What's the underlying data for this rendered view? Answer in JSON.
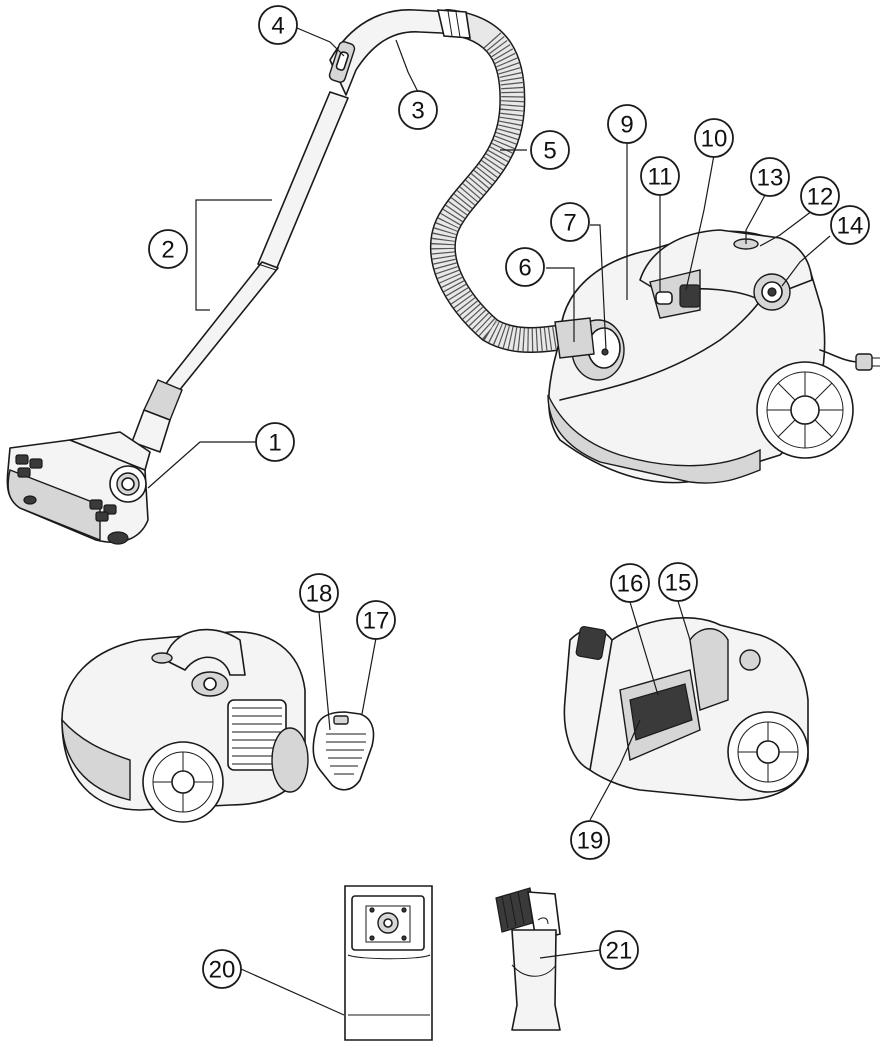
{
  "callouts": [
    {
      "id": "1",
      "label": "1"
    },
    {
      "id": "2",
      "label": "2"
    },
    {
      "id": "3",
      "label": "3"
    },
    {
      "id": "4",
      "label": "4"
    },
    {
      "id": "5",
      "label": "5"
    },
    {
      "id": "6",
      "label": "6"
    },
    {
      "id": "7",
      "label": "7"
    },
    {
      "id": "9",
      "label": "9"
    },
    {
      "id": "10",
      "label": "10"
    },
    {
      "id": "11",
      "label": "11"
    },
    {
      "id": "12",
      "label": "12"
    },
    {
      "id": "13",
      "label": "13"
    },
    {
      "id": "14",
      "label": "14"
    },
    {
      "id": "15",
      "label": "15"
    },
    {
      "id": "16",
      "label": "16"
    },
    {
      "id": "17",
      "label": "17"
    },
    {
      "id": "18",
      "label": "18"
    },
    {
      "id": "19",
      "label": "19"
    },
    {
      "id": "20",
      "label": "20"
    },
    {
      "id": "21",
      "label": "21"
    }
  ]
}
